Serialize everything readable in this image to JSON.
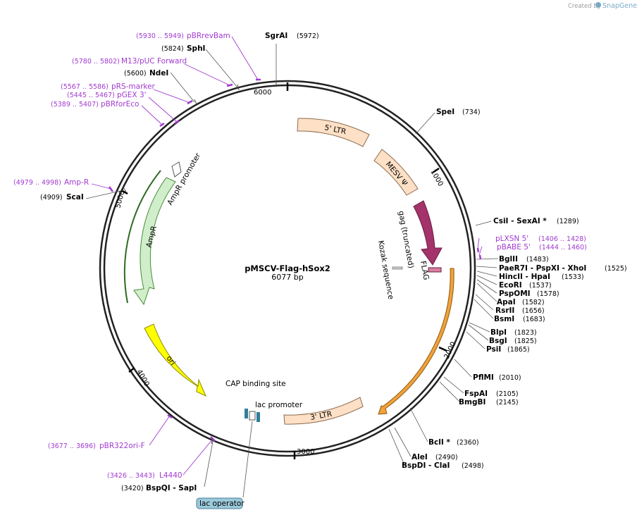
{
  "header": {
    "created_by": "Created by",
    "brand": "SnapGene"
  },
  "plasmid": {
    "name": "pMSCV-Flag-hSox2",
    "size": "6077 bp"
  },
  "colors": {
    "backbone": "#222222",
    "ltr": "#fde0c5",
    "gag": "#a3336a",
    "flag": "#d6819f",
    "ampr": "#cfeec9",
    "ori": "#ffff00",
    "primer": "#a23ad0",
    "lac": "#2f7f9a",
    "operator": "#9bc9dc"
  },
  "ticks": [
    {
      "label": "1000"
    },
    {
      "label": "2000"
    },
    {
      "label": "3000"
    },
    {
      "label": "4000"
    },
    {
      "label": "5000"
    },
    {
      "label": "6000"
    }
  ],
  "features": {
    "ltr5": "5' LTR",
    "mesv": "MESV Ψ",
    "gag": "gag (truncated)",
    "flag": "FLAG",
    "kozak": "Kozak sequence",
    "ltr3": "3' LTR",
    "ampr_promoter": "AmpR promoter",
    "ampr": "AmpR",
    "ori": "ori",
    "cap": "CAP binding site",
    "lac_promoter": "lac promoter",
    "lac_operator": "lac operator"
  },
  "sites_right": [
    {
      "name": "SpeI",
      "coord": "(734)"
    },
    {
      "name": "CsiI   - SexAI *",
      "coord": "(1289)"
    },
    {
      "name": "BglII",
      "coord": "(1483)"
    },
    {
      "name": "PaeR7I   - PspXI   - XhoI",
      "coord": "(1525)"
    },
    {
      "name": "HincII   - HpaI",
      "coord": "(1533)"
    },
    {
      "name": "EcoRI",
      "coord": "(1537)"
    },
    {
      "name": "PspOMI",
      "coord": "(1578)"
    },
    {
      "name": "ApaI",
      "coord": "(1582)"
    },
    {
      "name": "RsrII",
      "coord": "(1656)"
    },
    {
      "name": "BsmI",
      "coord": "(1683)"
    },
    {
      "name": "BlpI",
      "coord": "(1823)"
    },
    {
      "name": "BsgI",
      "coord": "(1825)"
    },
    {
      "name": "PsiI",
      "coord": "(1865)"
    },
    {
      "name": "PflMI",
      "coord": "(2010)"
    },
    {
      "name": "FspAI",
      "coord": "(2105)"
    },
    {
      "name": "BmgBI",
      "coord": "(2145)"
    },
    {
      "name": "BclI *",
      "coord": "(2360)"
    },
    {
      "name": "AleI",
      "coord": "(2490)"
    },
    {
      "name": "BspDI   - ClaI",
      "coord": "(2498)"
    }
  ],
  "primers_right": [
    {
      "name": "pLXSN 5'",
      "coord": "(1406 .. 1428)"
    },
    {
      "name": "pBABE 5'",
      "coord": "(1444 .. 1460)"
    }
  ],
  "sites_left": [
    {
      "name": "SgrAI",
      "coord": "(5972)"
    },
    {
      "name": "SphI",
      "coord": "(5824)"
    },
    {
      "name": "NdeI",
      "coord": "(5600)"
    },
    {
      "name": "ScaI",
      "coord": "(4909)"
    },
    {
      "name": "BspQI   - SapI",
      "coord": "(3420)"
    }
  ],
  "primers_left": [
    {
      "name": "pBRrevBam",
      "coord": "(5930 .. 5949)"
    },
    {
      "name": "M13/pUC Forward",
      "coord": "(5780 .. 5802)"
    },
    {
      "name": "pRS-marker",
      "coord": "(5567 .. 5586)"
    },
    {
      "name": "pGEX 3'",
      "coord": "(5445 .. 5467)"
    },
    {
      "name": "pBRforEco",
      "coord": "(5389 .. 5407)"
    },
    {
      "name": "Amp-R",
      "coord": "(4979 .. 4998)"
    },
    {
      "name": "pBR322ori-F",
      "coord": "(3677 .. 3696)"
    },
    {
      "name": "L4440",
      "coord": "(3426 .. 3443)"
    }
  ]
}
